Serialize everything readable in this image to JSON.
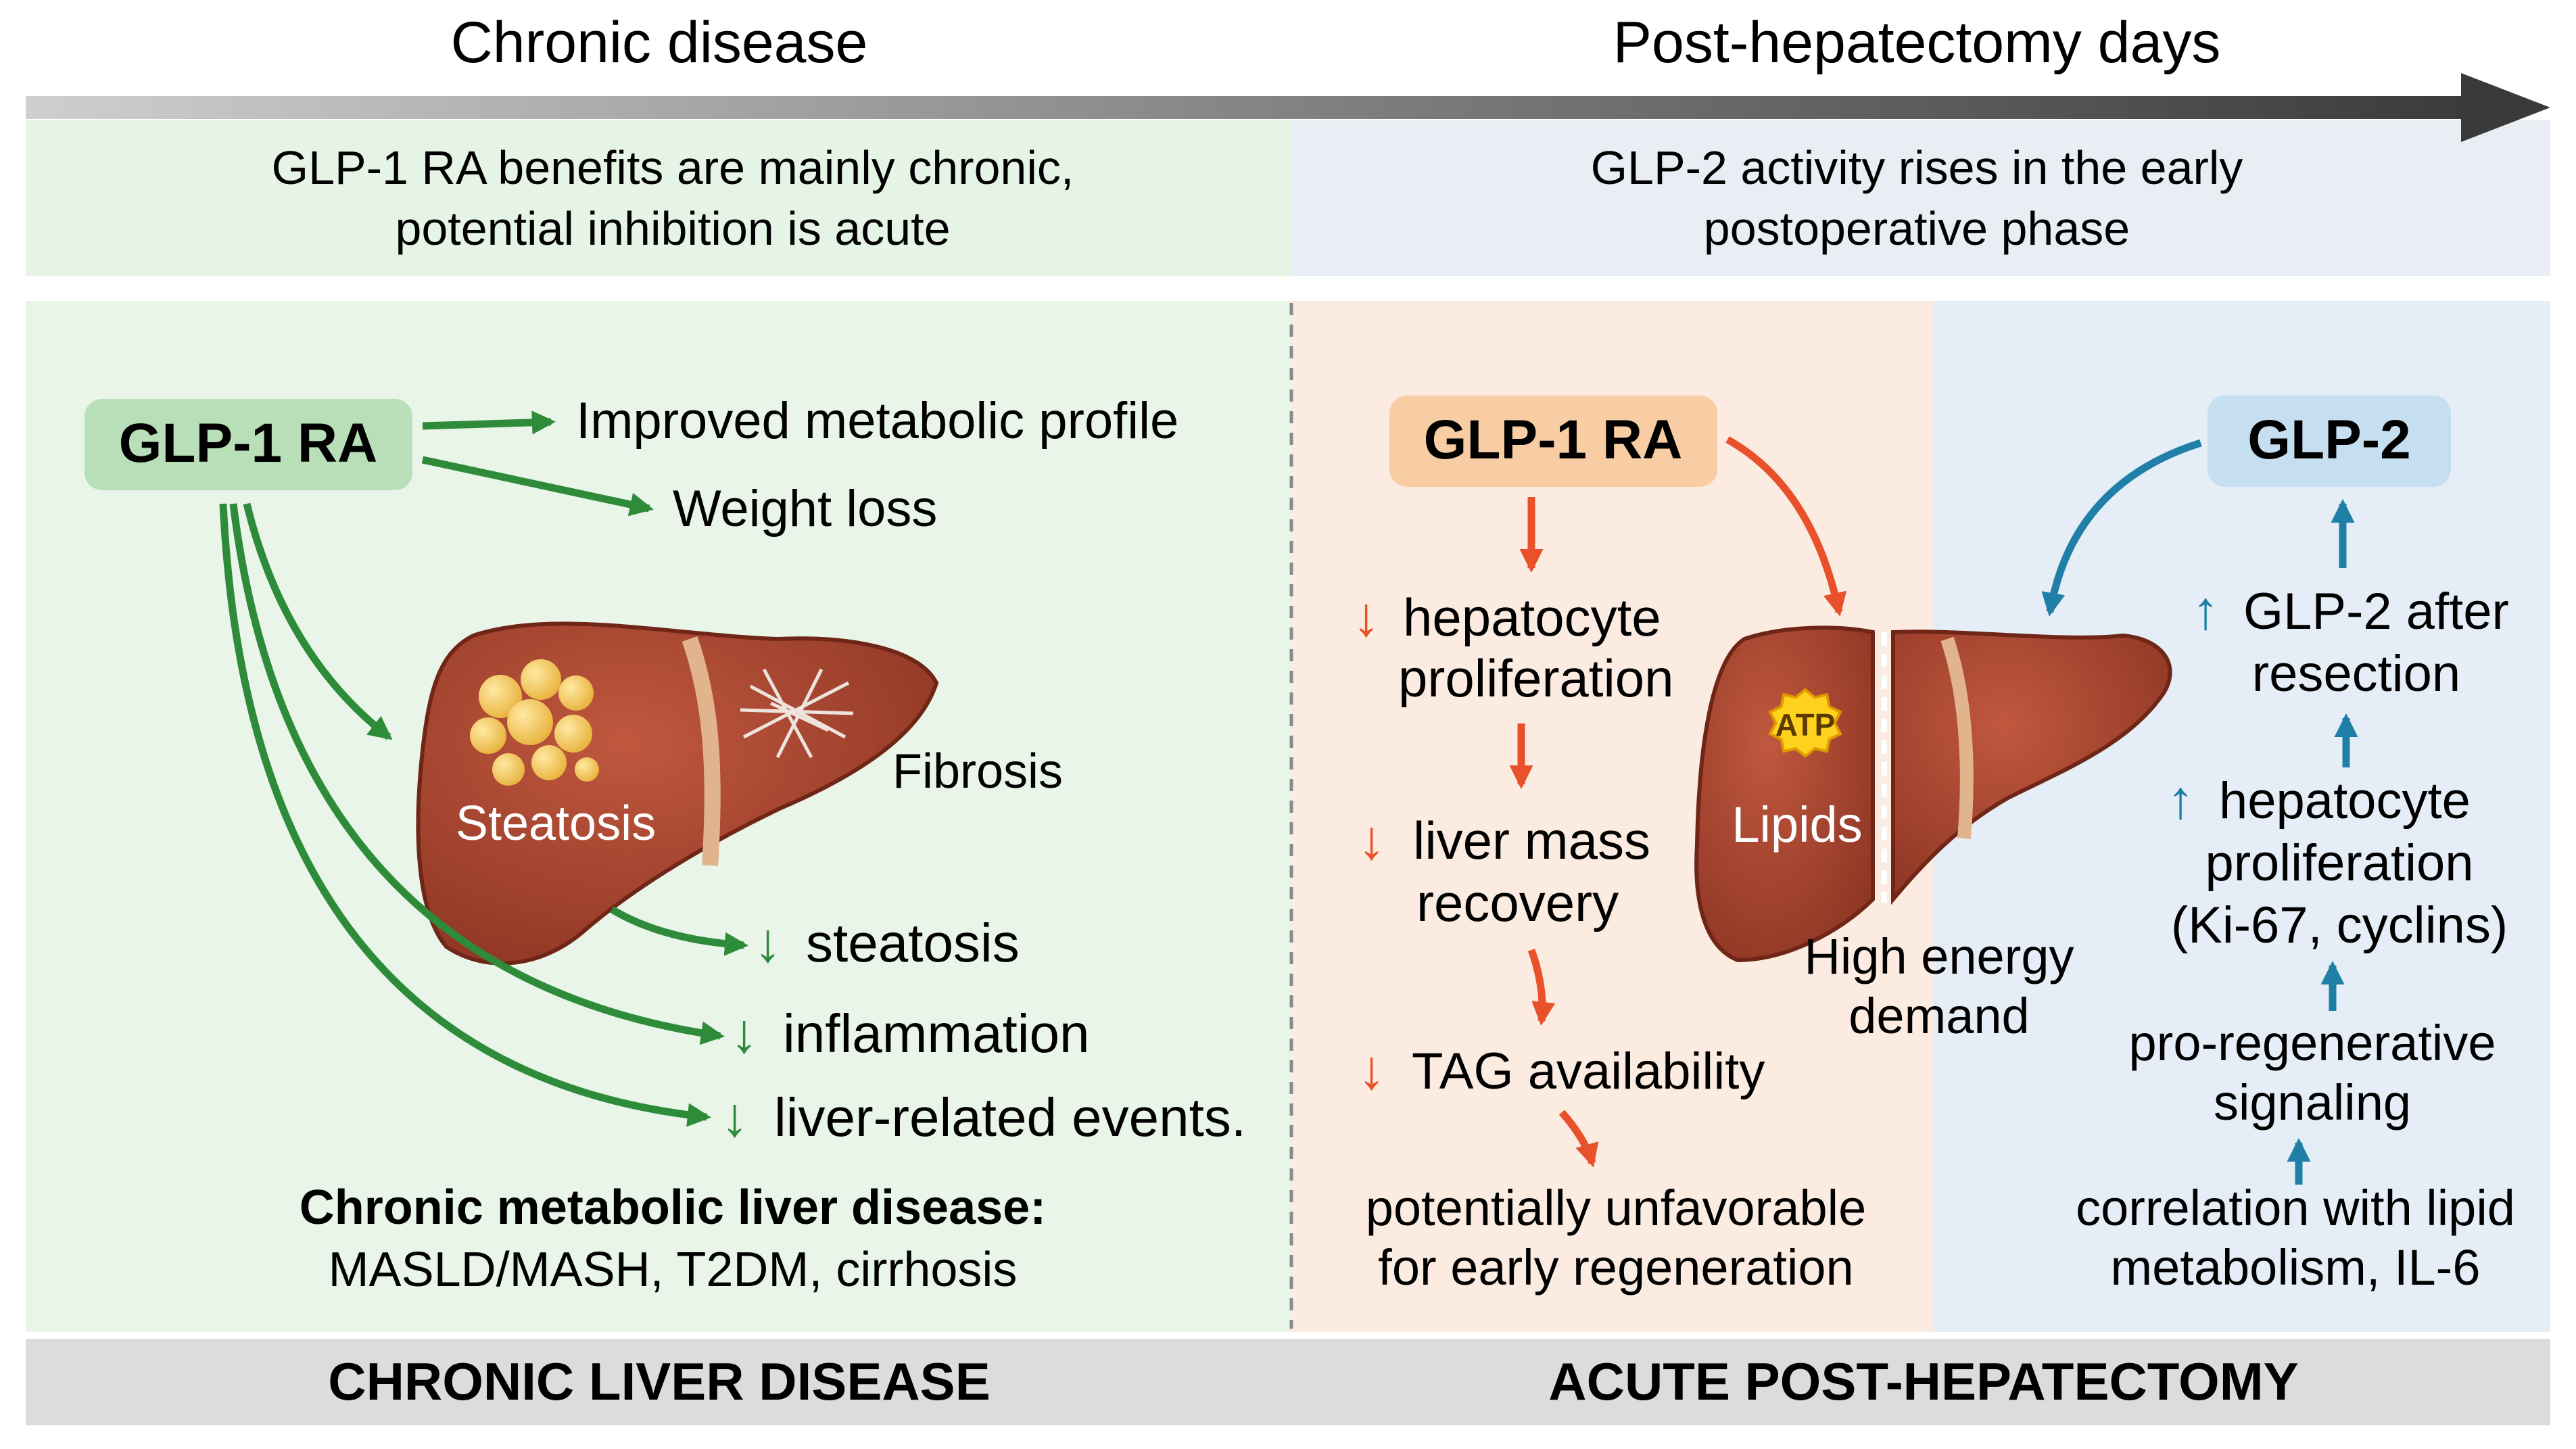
{
  "timeline": {
    "left_label": "Chronic disease",
    "right_label": "Post-hepatectomy days"
  },
  "banners": {
    "left_line1": "GLP-1 RA benefits are mainly chronic,",
    "left_line2": "potential inhibition is acute",
    "right_line1": "GLP-2 activity rises in the early",
    "right_line2": "postoperative phase"
  },
  "chronic": {
    "agent": "GLP-1 RA",
    "benefit1": "Improved metabolic profile",
    "benefit2": "Weight loss",
    "liver_label_steatosis": "Steatosis",
    "liver_label_fibrosis": "Fibrosis",
    "effect1": "steatosis",
    "effect2": "inflammation",
    "effect3": "liver-related events.",
    "context_title": "Chronic metabolic liver disease:",
    "context_body": "MASLD/MASH, T2DM, cirrhosis",
    "footer": "CHRONIC LIVER DISEASE"
  },
  "acute": {
    "agent": "GLP-1 RA",
    "step1_line1": "hepatocyte",
    "step1_line2": "proliferation",
    "step2_line1": "liver mass",
    "step2_line2": "recovery",
    "step3": "TAG availability",
    "outcome_line1": "potentially unfavorable",
    "outcome_line2": "for early regeneration",
    "atp_label": "ATP",
    "lipids_label": "Lipids",
    "energy_line1": "High energy",
    "energy_line2": "demand",
    "footer": "ACUTE POST-HEPATECTOMY"
  },
  "glp2": {
    "agent": "GLP-2",
    "item1_line1": "GLP-2 after",
    "item1_line2": "resection",
    "item2_line1": "hepatocyte",
    "item2_line2": "proliferation",
    "item2_line3": "(Ki-67, cyclins)",
    "item3_line1": "pro-regenerative",
    "item3_line2": "signaling",
    "item4_line1": "correlation with lipid",
    "item4_line2": "metabolism, IL-6"
  },
  "symbols": {
    "down": "↓",
    "up": "↑"
  },
  "colors": {
    "green": "#2e8b3a",
    "orange": "#e8512a",
    "blue": "#1f7fa6",
    "liver": "#a9452f"
  }
}
